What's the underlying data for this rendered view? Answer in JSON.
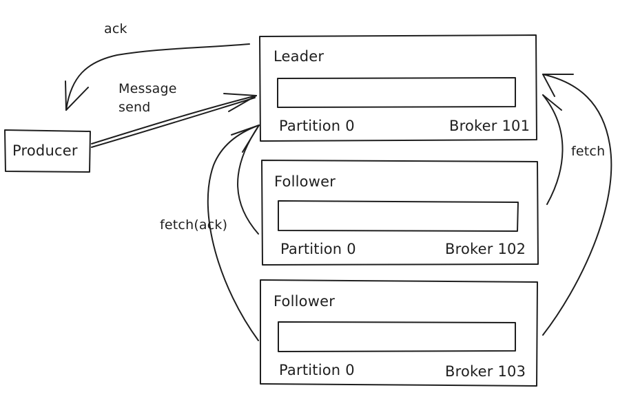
{
  "producer": {
    "label": "Producer"
  },
  "edges": {
    "ack": "ack",
    "message_send": [
      "Message",
      "send"
    ],
    "fetch_ack": "fetch(ack)",
    "fetch": "fetch"
  },
  "brokers": [
    {
      "role": "Leader",
      "partition": "Partition 0",
      "broker": "Broker 101"
    },
    {
      "role": "Follower",
      "partition": "Partition 0",
      "broker": "Broker 102"
    },
    {
      "role": "Follower",
      "partition": "Partition 0",
      "broker": "Broker 103"
    }
  ]
}
